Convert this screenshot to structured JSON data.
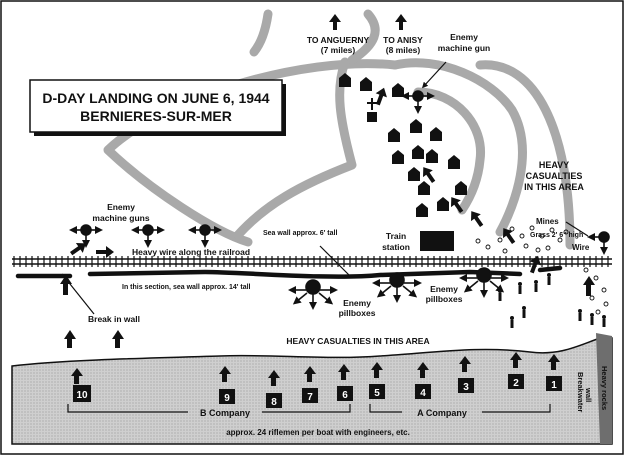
{
  "title": {
    "line1": "D-DAY LANDING ON JUNE 6, 1944",
    "line2": "BERNIERES-SUR-MER"
  },
  "roads": {
    "anguerny": {
      "name": "TO ANGUERNY",
      "distance": "(7 miles)"
    },
    "anisy": {
      "name": "TO ANISY",
      "distance": "(8 miles)"
    }
  },
  "labels": {
    "enemy_mg_top_1": "Enemy",
    "enemy_mg_top_2": "machine gun",
    "enemy_mgs_1": "Enemy",
    "enemy_mgs_2": "machine guns",
    "heavy_wire": "Heavy wire along the railroad",
    "sea_wall_6": "Sea wall approx. 6' tall",
    "train_1": "Train",
    "train_2": "station",
    "mines": "Mines",
    "grass": "Grass 2' 6\" high",
    "wire": "Wire",
    "casualties_right_1": "HEAVY",
    "casualties_right_2": "CASUALTIES",
    "casualties_right_3": "IN THIS AREA",
    "sea_wall_14": "In this section, sea wall approx. 14' tall",
    "pillbox_a_1": "Enemy",
    "pillbox_a_2": "pillboxes",
    "pillbox_b_1": "Enemy",
    "pillbox_b_2": "pillboxes",
    "break": "Break in wall",
    "casualties_beach": "HEAVY CASUALTIES IN THIS AREA",
    "b_company": "B Company",
    "a_company": "A Company",
    "heavy_rocks": "Heavy rocks",
    "breakwater_1": "Breakwater",
    "breakwater_2": "wall",
    "footer": "approx. 24 riflemen per boat with engineers, etc."
  },
  "boats": [
    "10",
    "9",
    "8",
    "7",
    "6",
    "5",
    "4",
    "3",
    "2",
    "1"
  ],
  "colors": {
    "road": "#a9a9a9",
    "water": "#c9c9c9",
    "ink": "#111111"
  }
}
